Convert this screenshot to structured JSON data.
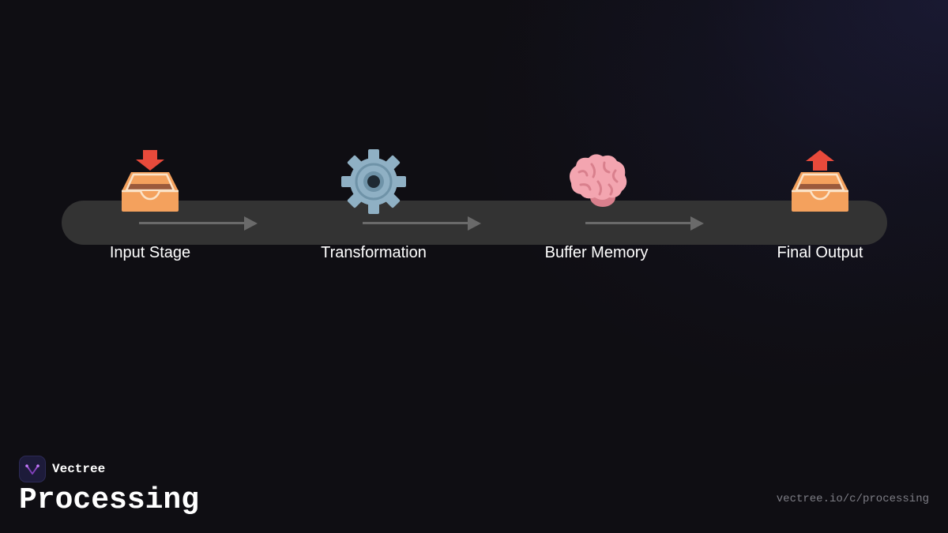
{
  "diagram": {
    "nodes": [
      {
        "label": "Input Stage",
        "icon": "inbox-tray-icon"
      },
      {
        "label": "Transformation",
        "icon": "gear-icon"
      },
      {
        "label": "Buffer Memory",
        "icon": "brain-icon"
      },
      {
        "label": "Final Output",
        "icon": "outbox-tray-icon"
      }
    ],
    "connections": [
      {
        "from": "Input Stage",
        "to": "Transformation"
      },
      {
        "from": "Transformation",
        "to": "Buffer Memory"
      },
      {
        "from": "Buffer Memory",
        "to": "Final Output"
      }
    ]
  },
  "brand": {
    "name": "Vectree",
    "icon": "vectree-logo-icon"
  },
  "title": "Processing",
  "url": "vectree.io/c/processing",
  "colors": {
    "background": "#0f0e13",
    "pipe": "#333333",
    "arrow": "#6a6a6a",
    "tray_orange": "#f4a15d",
    "tray_inner": "#9b5a3c",
    "arrow_red": "#e84a3b",
    "gear": "#8fb0c4",
    "brain": "#f3a5b0",
    "logo_accent": "#a450d8"
  }
}
